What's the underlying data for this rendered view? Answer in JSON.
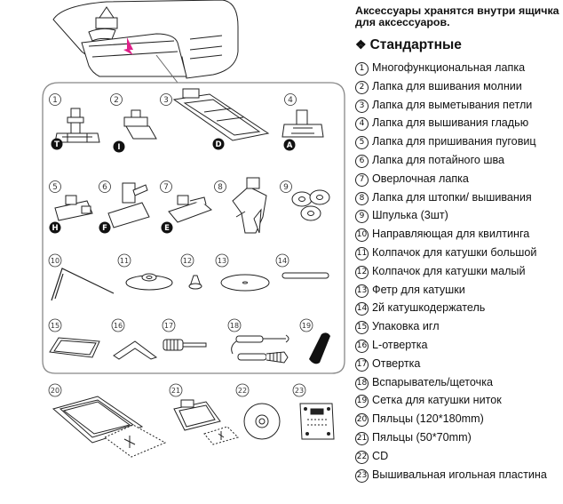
{
  "header_note": "Аксессуары хранятся внутри ящичка для аксессуаров.",
  "section_title": "Стандартные",
  "section_bullet": "❖",
  "items": [
    {
      "num": "1",
      "label": "Многофункциональная лапка",
      "badge": "T"
    },
    {
      "num": "2",
      "label": "Лапка для вшивания молнии",
      "badge": "I"
    },
    {
      "num": "3",
      "label": "Лапка для выметывания петли",
      "badge": "D"
    },
    {
      "num": "4",
      "label": "Лапка для вышивания гладью",
      "badge": "A"
    },
    {
      "num": "5",
      "label": "Лапка для пришивания пуговиц",
      "badge": "H"
    },
    {
      "num": "6",
      "label": "Лапка для потайного шва",
      "badge": "F"
    },
    {
      "num": "7",
      "label": "Оверлочная лапка",
      "badge": "E"
    },
    {
      "num": "8",
      "label": "Лапка для штопки/ вышивания"
    },
    {
      "num": "9",
      "label": "Шпулька (3шт)"
    },
    {
      "num": "10",
      "label": "Направляющая для квилтинга"
    },
    {
      "num": "11",
      "label": "Колпачок для катушки большой"
    },
    {
      "num": "12",
      "label": "Колпачок для катушки малый"
    },
    {
      "num": "13",
      "label": "Фетр для катушки"
    },
    {
      "num": "14",
      "label": "2й катушкодержатель"
    },
    {
      "num": "15",
      "label": "Упаковка игл"
    },
    {
      "num": "16",
      "label": "L-отвертка"
    },
    {
      "num": "17",
      "label": "Отвертка"
    },
    {
      "num": "18",
      "label": "Вспарыватель/щеточка"
    },
    {
      "num": "19",
      "label": "Сетка для катушки ниток"
    },
    {
      "num": "20",
      "label": "Пяльцы (120*180mm)"
    },
    {
      "num": "21",
      "label": "Пяльцы (50*70mm)"
    },
    {
      "num": "22",
      "label": "CD"
    },
    {
      "num": "23",
      "label": "Вышивальная игольная пластина"
    }
  ]
}
